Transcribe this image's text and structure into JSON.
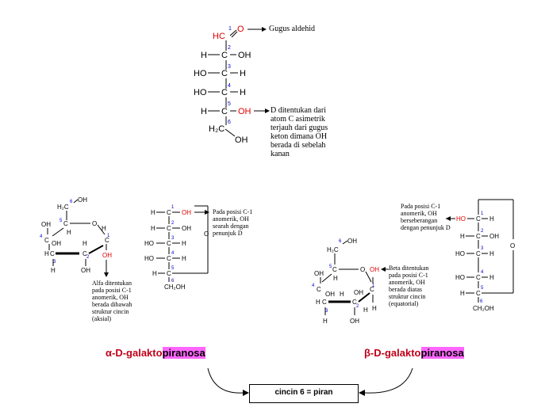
{
  "fischer_top": {
    "label_aldehyde": "Gugus aldehid",
    "label_d_note": "D ditentukan dari\natom C asimetrik\nterjauh dari gugus\nketon dimana OH\nberada di sebelah\nkanan"
  },
  "alpha": {
    "note_right": "Pada posisi C-1\nanomerik, OH\nsearah dengan\npenunjuk D",
    "note_below": "Alfa ditentukan\npada posisi C-1\nanomerik, OH\nberada dibawah\nstruktur cincin\n(aksial)",
    "title_prefix": "α-D-galakto",
    "title_highlight": "piranosa"
  },
  "beta": {
    "note_left": "Pada posisi C-1\nanomerik, OH\nberseberangan\ndengan penunjuk D",
    "note_right": "Beta ditentukan\npada posisi C-1\nanomerik, OH\nberada diatas\nstruktur cincin\n(equatorial)",
    "title_prefix": "β-D-galakto",
    "title_highlight": "piranosa"
  },
  "result_box": "cincin 6 = piran",
  "colors": {
    "red": "#e00000",
    "blue": "#0000cc",
    "highlight": "#ff66ff",
    "greek": "#c0001a"
  }
}
